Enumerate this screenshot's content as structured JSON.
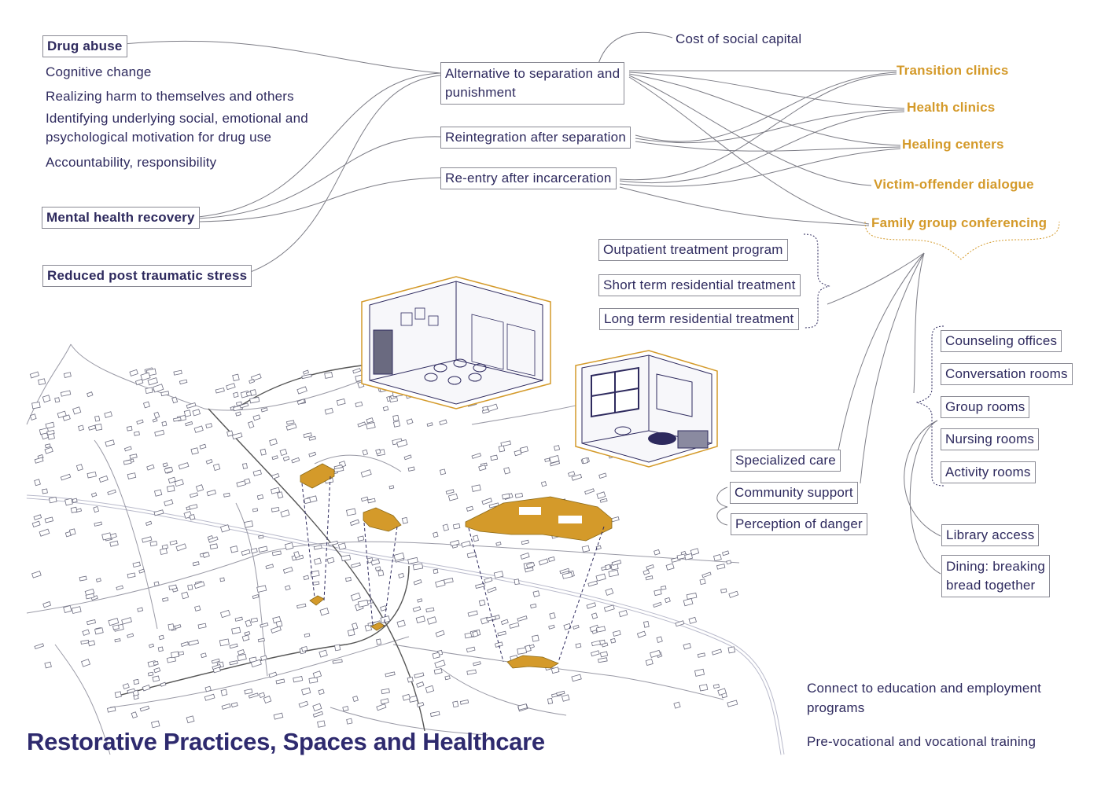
{
  "title": "Restorative Practices, Spaces and Healthcare",
  "outcomes": {
    "drug_abuse": "Drug abuse",
    "cognitive_change": "Cognitive change",
    "realizing_harm": "Realizing harm to themselves and others",
    "identifying_line1": "Identifying underlying social, emotional and",
    "identifying_line2": "psychological motivation for drug use",
    "accountability": "Accountability, responsibility",
    "mental_health": "Mental health recovery",
    "reduced_ptsd": "Reduced post traumatic stress"
  },
  "pathways": {
    "alternative_line1": "Alternative to separation and",
    "alternative_line2": "punishment",
    "reintegration": "Reintegration after separation",
    "reentry": "Re-entry after incarceration",
    "cost_social_capital": "Cost of social capital"
  },
  "practices": {
    "transition_clinics": "Transition clinics",
    "health_clinics": "Health clinics",
    "healing_centers": "Healing centers",
    "victim_offender": "Victim-offender dialogue",
    "family_group": "Family group conferencing"
  },
  "treatments": {
    "outpatient": "Outpatient treatment program",
    "short_term": "Short term residential treatment",
    "long_term": "Long term residential treatment"
  },
  "care": {
    "specialized": "Specialized care",
    "community": "Community support",
    "perception": "Perception of danger"
  },
  "spaces": {
    "counseling": "Counseling offices",
    "conversation": "Conversation rooms",
    "group": "Group rooms",
    "nursing": "Nursing rooms",
    "activity": "Activity rooms",
    "library": "Library access",
    "dining_line1": "Dining: breaking",
    "dining_line2": "bread together"
  },
  "programs": {
    "connect_line1": "Connect to education and employment",
    "connect_line2": "programs",
    "vocational": "Pre-vocational and vocational training"
  },
  "colors": {
    "navy": "#2e2a5e",
    "gold": "#d49a2a",
    "line": "#8a8a94"
  }
}
